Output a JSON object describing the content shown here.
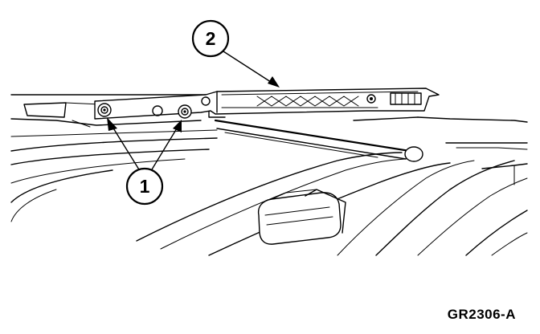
{
  "callouts": {
    "nuts_label": "1",
    "wiper_arm_label": "2"
  },
  "figure_id": "GR2306-A"
}
